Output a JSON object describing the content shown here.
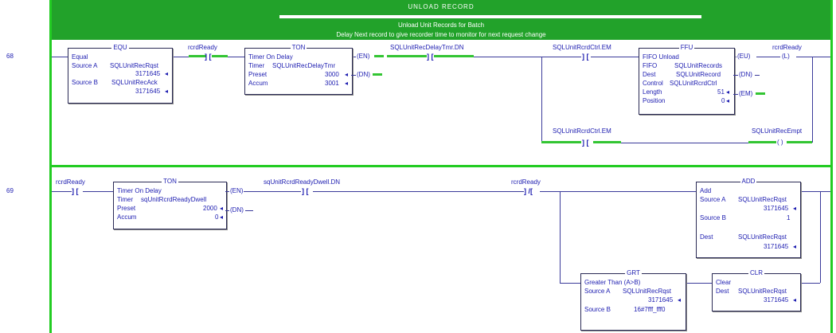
{
  "banner": {
    "title": "UNLOAD RECORD",
    "comment1": "Unload Unit Records for Batch",
    "comment2": "Delay Next record to give recorder time to monitor for next request change"
  },
  "rungs": [
    {
      "number": "68",
      "equ": {
        "title": "EQU",
        "name": "Equal",
        "src_a_label": "Source A",
        "src_a_tag": "SQLUnitRecRqst",
        "src_a_val": "3171645",
        "src_b_label": "Source B",
        "src_b_tag": "SQLUnitRecAck",
        "src_b_val": "3171645"
      },
      "contact1": "rcrdReady",
      "ton": {
        "title": "TON",
        "name": "Timer On Delay",
        "timer_label": "Timer",
        "timer_tag": "SQLUnitRecDelayTmr",
        "preset_label": "Preset",
        "preset_val": "3000",
        "accum_label": "Accum",
        "accum_val": "3001",
        "en": "EN",
        "dn": "DN"
      },
      "contact2": "SQLUnitRecDelayTmr.DN",
      "contact3": "SQLUnitRcrdCtrl.EM",
      "ffu": {
        "title": "FFU",
        "name": "FIFO Unload",
        "fifo_label": "FIFO",
        "fifo_tag": "SQLUnitRecords",
        "dest_label": "Dest",
        "dest_tag": "SQLUnitRecord",
        "control_label": "Control",
        "control_tag": "SQLUnitRcrdCtrl",
        "length_label": "Length",
        "length_val": "51",
        "position_label": "Position",
        "position_val": "0",
        "eu": "EU",
        "dn": "DN",
        "em": "EM"
      },
      "coil1": "rcrdReady",
      "coil1_sym": "L",
      "branch_contact": "SQLUnitRcrdCtrl.EM",
      "branch_coil": "SQLUnitRecEmpt"
    },
    {
      "number": "69",
      "contact1": "rcrdReady",
      "ton": {
        "title": "TON",
        "name": "Timer On Delay",
        "timer_label": "Timer",
        "timer_tag": "sqUnitRcrdReadyDwell",
        "preset_label": "Preset",
        "preset_val": "2000",
        "accum_label": "Accum",
        "accum_val": "0",
        "en": "EN",
        "dn": "DN"
      },
      "contact2": "sqUnitRcrdReadyDwell.DN",
      "contact3": "rcrdReady",
      "contact3_sym": "/",
      "add": {
        "title": "ADD",
        "name": "Add",
        "src_a_label": "Source A",
        "src_a_tag": "SQLUnitRecRqst",
        "src_a_val": "3171645",
        "src_b_label": "Source B",
        "src_b_val": "1",
        "dest_label": "Dest",
        "dest_tag": "SQLUnitRecRqst",
        "dest_val": "3171645"
      },
      "grt": {
        "title": "GRT",
        "name": "Greater Than (A>B)",
        "src_a_label": "Source A",
        "src_a_tag": "SQLUnitRecRqst",
        "src_a_val": "3171645",
        "src_b_label": "Source B",
        "src_b_val": "16#7fff_fff0"
      },
      "clr": {
        "title": "CLR",
        "name": "Clear",
        "dest_label": "Dest",
        "dest_tag": "SQLUnitRecRqst",
        "dest_val": "3171645"
      }
    }
  ]
}
